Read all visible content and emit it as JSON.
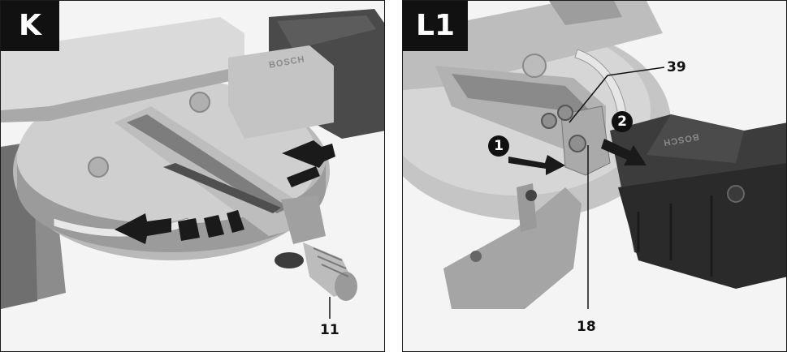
{
  "panels": [
    {
      "tag": "K",
      "brand_text": "BOSCH",
      "callouts": [
        "11"
      ]
    },
    {
      "tag": "L1",
      "brand_text": "BOSCH",
      "callouts": [
        "39",
        "18"
      ],
      "steps": [
        "1",
        "2"
      ]
    }
  ]
}
